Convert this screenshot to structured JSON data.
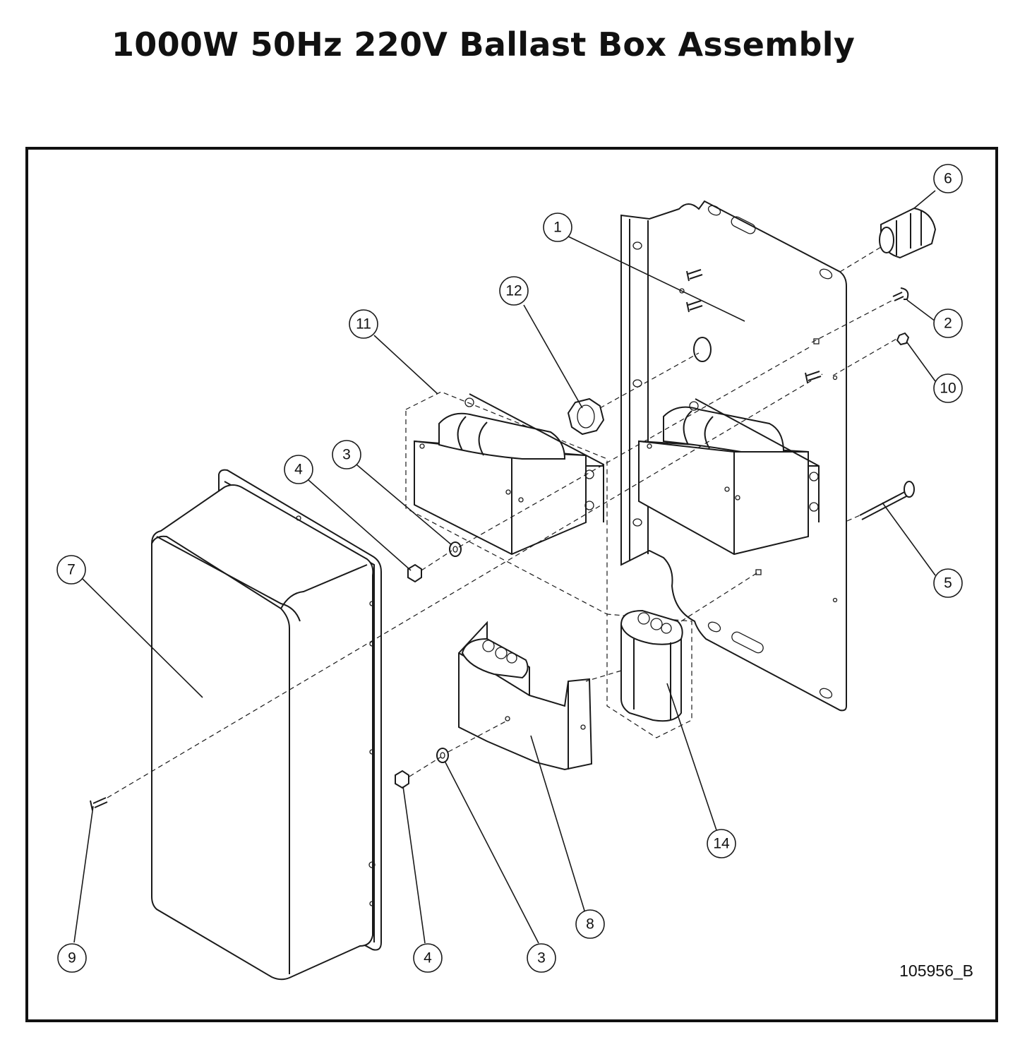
{
  "title": "1000W 50Hz 220V Ballast Box Assembly",
  "drawing_number": "105956_B",
  "callouts": [
    {
      "id": "c1",
      "label": "1"
    },
    {
      "id": "c2",
      "label": "2"
    },
    {
      "id": "c3a",
      "label": "3"
    },
    {
      "id": "c3b",
      "label": "3"
    },
    {
      "id": "c4a",
      "label": "4"
    },
    {
      "id": "c4b",
      "label": "4"
    },
    {
      "id": "c5",
      "label": "5"
    },
    {
      "id": "c6",
      "label": "6"
    },
    {
      "id": "c7",
      "label": "7"
    },
    {
      "id": "c8",
      "label": "8"
    },
    {
      "id": "c9",
      "label": "9"
    },
    {
      "id": "c10",
      "label": "10"
    },
    {
      "id": "c11",
      "label": "11"
    },
    {
      "id": "c12",
      "label": "12"
    },
    {
      "id": "c14",
      "label": "14"
    }
  ]
}
